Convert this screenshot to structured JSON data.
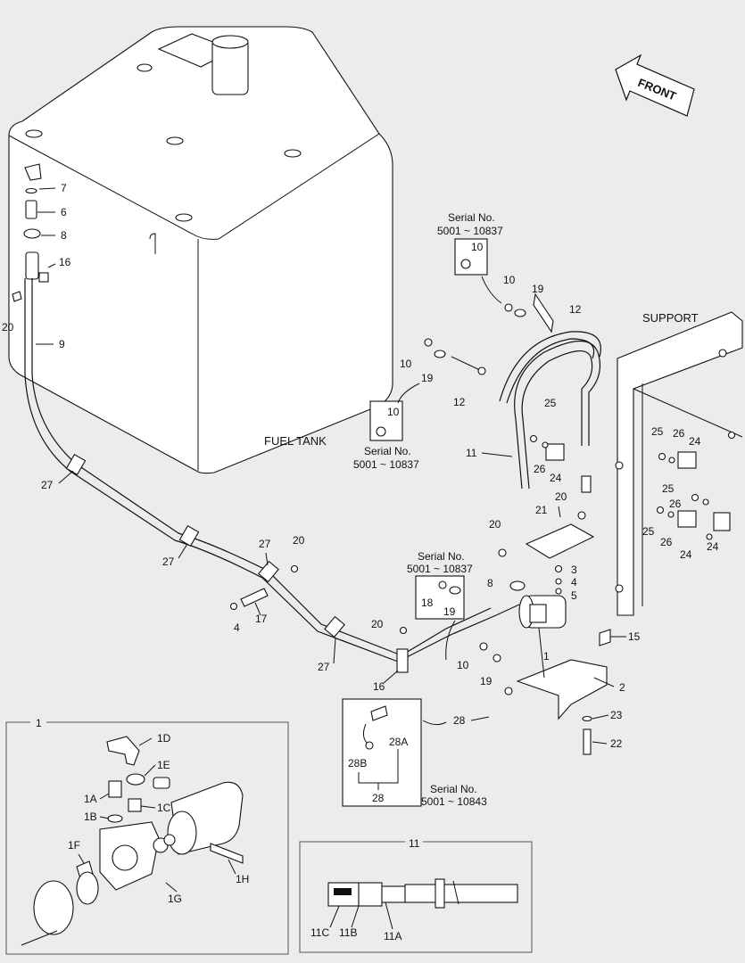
{
  "labels": {
    "front": "FRONT",
    "support": "SUPPORT",
    "fuel_tank": "FUEL TANK",
    "serial_label": "Serial No.",
    "serial_range_a": "5001 ~ 10837",
    "serial_range_b": "5001 ~ 10843"
  },
  "callouts": {
    "p1": "1",
    "p2": "2",
    "p3": "3",
    "p4": "4",
    "p5": "5",
    "p6": "6",
    "p7": "7",
    "p8": "8",
    "p9": "9",
    "p10": "10",
    "p11": "11",
    "p12": "12",
    "p15": "15",
    "p16": "16",
    "p17": "17",
    "p18": "18",
    "p19": "19",
    "p20": "20",
    "p21": "21",
    "p22": "22",
    "p23": "23",
    "p24": "24",
    "p25": "25",
    "p26": "26",
    "p27": "27",
    "p28": "28",
    "p28A": "28A",
    "p28B": "28B",
    "p1A": "1A",
    "p1B": "1B",
    "p1C": "1C",
    "p1D": "1D",
    "p1E": "1E",
    "p1F": "1F",
    "p1G": "1G",
    "p1H": "1H",
    "p11A": "11A",
    "p11B": "11B",
    "p11C": "11C"
  },
  "insets": {
    "inset1_title": "1",
    "inset11_title": "11"
  },
  "colors": {
    "background": "#ececec",
    "line": "#111111",
    "part_fill": "#ffffff"
  }
}
